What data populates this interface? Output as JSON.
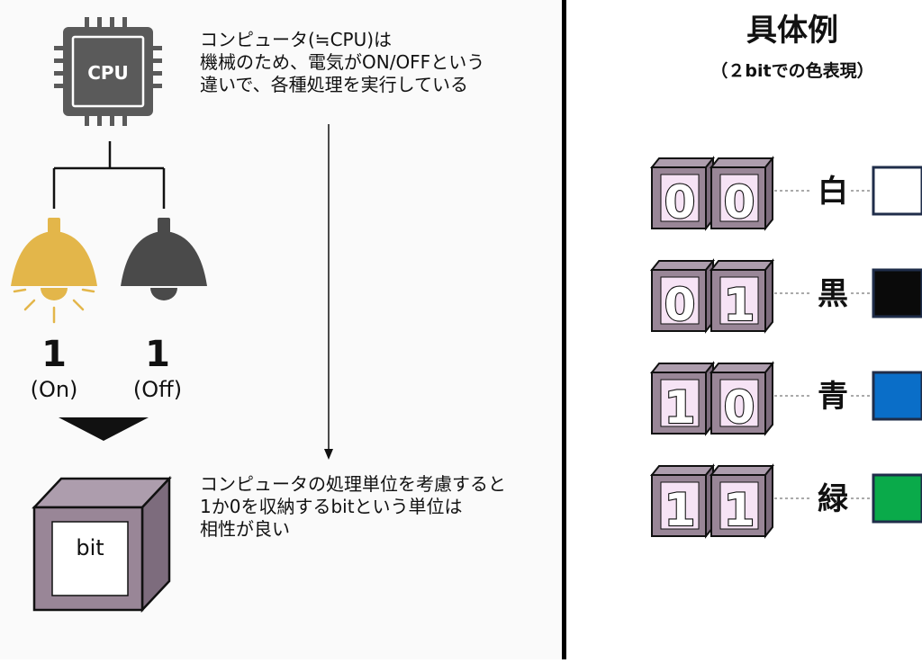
{
  "left": {
    "cpu_label": "CPU",
    "cpu_description": "コンピュータ(≒CPU)は\n機械のため、電気がON/OFFという\n違いで、各種処理を実行している",
    "bulbs": [
      {
        "digit": "1",
        "state": "(On)"
      },
      {
        "digit": "1",
        "state": "(Off)"
      }
    ],
    "bit_label": "bit",
    "bit_description": "コンピュータの処理単位を考慮すると\n1か0を収納するbitという単位は\n相性が良い"
  },
  "right": {
    "title": "具体例",
    "subtitle": "（２bitでの色表現）",
    "examples": [
      {
        "bits": [
          "0",
          "0"
        ],
        "label": "白",
        "swatch": "#ffffff"
      },
      {
        "bits": [
          "0",
          "1"
        ],
        "label": "黒",
        "swatch": "#0a0a0a"
      },
      {
        "bits": [
          "1",
          "0"
        ],
        "label": "青",
        "swatch": "#0a6ec8"
      },
      {
        "bits": [
          "1",
          "1"
        ],
        "label": "緑",
        "swatch": "#0aaa4a"
      }
    ]
  },
  "colors": {
    "panel_bg": "#fafafa",
    "box_purple": "#998697",
    "box_face": "#f6e3f5",
    "lamp_on": "#e3b64a",
    "lamp_off": "#4a4a4a",
    "divider": "#000000"
  }
}
